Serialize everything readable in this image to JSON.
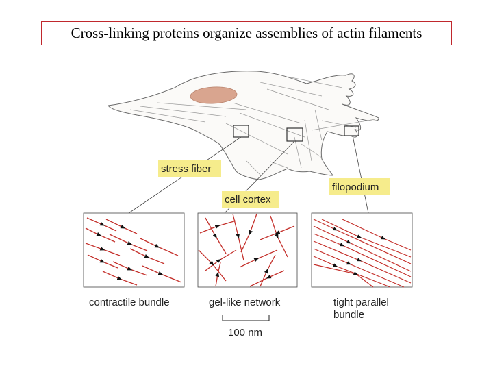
{
  "title": "Cross-linking proteins organize assemblies of actin filaments",
  "callouts": {
    "stress_fiber": "stress fiber",
    "cell_cortex": "cell cortex",
    "filopodium": "filopodium"
  },
  "panels": {
    "contractile": "contractile bundle",
    "gel_line1": "gel-like network",
    "tight_line1": "tight parallel",
    "tight_line2": "bundle"
  },
  "scale_bar": "100 nm",
  "colors": {
    "title_border": "#c0282d",
    "filament": "#c4302b",
    "highlight": "#f6ec8c",
    "nucleus": "#d9a58f",
    "cell_outline": "#666666"
  }
}
